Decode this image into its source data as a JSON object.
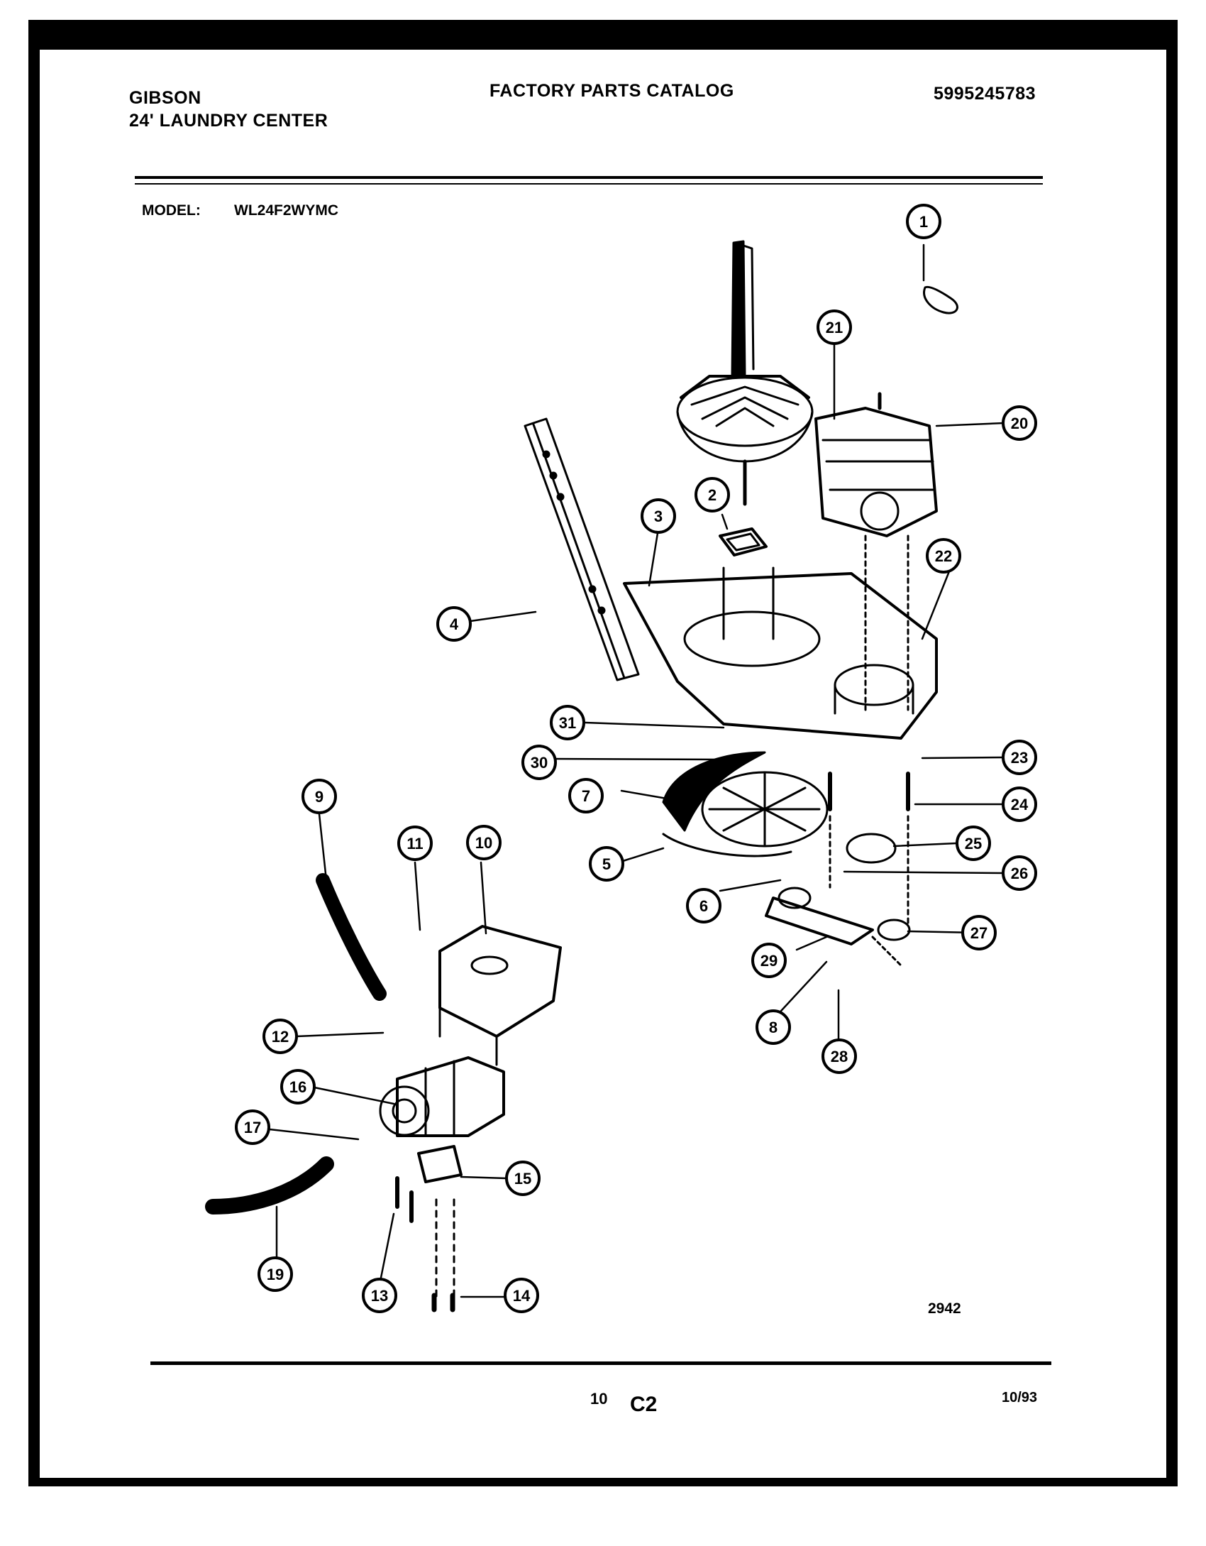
{
  "header": {
    "brand": "GIBSON",
    "product": "24' LAUNDRY CENTER",
    "catalog_title": "FACTORY PARTS CATALOG",
    "catalog_number": "5995245783"
  },
  "model": {
    "label": "MODEL:",
    "value": "WL24F2WYMC"
  },
  "diagram": {
    "figure_number": "2942",
    "callouts": [
      "1",
      "2",
      "3",
      "4",
      "5",
      "6",
      "7",
      "8",
      "9",
      "10",
      "11",
      "12",
      "13",
      "14",
      "15",
      "16",
      "17",
      "19",
      "20",
      "21",
      "22",
      "23",
      "24",
      "25",
      "26",
      "27",
      "28",
      "29",
      "30",
      "31"
    ]
  },
  "footer": {
    "page_number": "10",
    "section": "C2",
    "date": "10/93"
  }
}
